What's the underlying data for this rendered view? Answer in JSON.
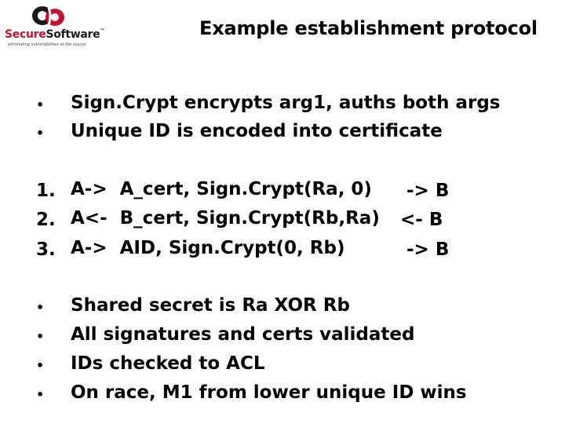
{
  "logo": {
    "brand_first": "Secure",
    "brand_second": "Software",
    "trademark": "™",
    "tagline": "eliminating vulnerabilities at the source",
    "colors": {
      "red": "#c8102e",
      "dark": "#1a1a1a"
    }
  },
  "title": "Example establishment protocol",
  "bullets_top": [
    "Sign.Crypt encrypts arg1, auths both args",
    "Unique ID is encoded into certificate"
  ],
  "steps": [
    {
      "number": "1.",
      "text": "A->  A_cert, Sign.Crypt(Ra, 0)",
      "dest": "-> B"
    },
    {
      "number": "2.",
      "text": "A<-  B_cert, Sign.Crypt(Rb,Ra)",
      "dest": "<- B"
    },
    {
      "number": "3.",
      "text": "A->  AID, Sign.Crypt(0, Rb)",
      "dest": "-> B"
    }
  ],
  "bullets_bottom": [
    "Shared secret is Ra XOR Rb",
    "All signatures and certs validated",
    "IDs checked to ACL",
    "On race, M1 from lower unique ID wins"
  ],
  "bullet_glyph": "•"
}
